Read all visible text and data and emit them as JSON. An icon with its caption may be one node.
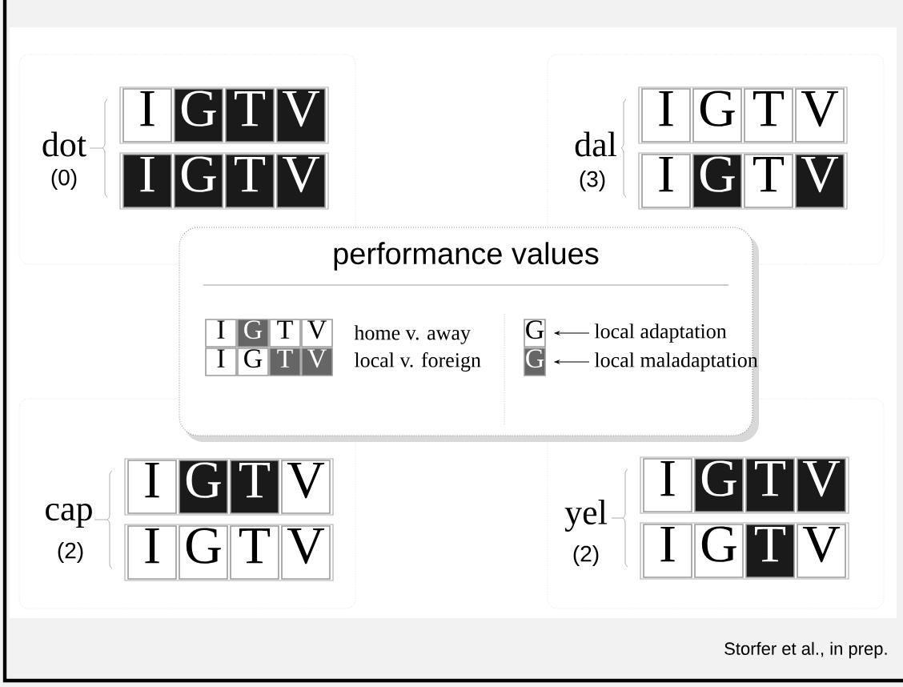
{
  "diagram": {
    "nodes": [
      {
        "text": [
          "dot",
          "(0)"
        ]
      },
      {
        "text": [
          "I"
        ],
        "in": 0
      },
      {
        "text": [
          "G"
        ],
        "in": 0
      },
      {
        "text": [
          "T"
        ],
        "in": 0
      },
      {
        "text": [
          "V"
        ],
        "in": 0
      },
      {
        "text": [
          "I"
        ],
        "in": 0
      },
      {
        "text": [
          "G"
        ],
        "in": 0
      },
      {
        "text": [
          "T"
        ],
        "in": 0
      },
      {
        "text": [
          "V"
        ],
        "in": 0
      },
      {
        "text": [
          "dal",
          "(3)"
        ]
      },
      {
        "text": [
          "I"
        ],
        "in": 9
      },
      {
        "text": [
          "G"
        ],
        "in": 9
      },
      {
        "text": [
          "T"
        ],
        "in": 9
      },
      {
        "text": [
          "V"
        ],
        "in": 9
      },
      {
        "text": [
          "I"
        ],
        "in": 9
      },
      {
        "text": [
          "G"
        ],
        "in": 9
      },
      {
        "text": [
          "T"
        ],
        "in": 9
      },
      {
        "text": [
          "V"
        ],
        "in": 9
      },
      {
        "text": [
          "performance values"
        ]
      },
      {
        "text": [
          "I"
        ],
        "in": 18
      },
      {
        "text": [
          "G"
        ],
        "in": 18
      },
      {
        "text": [
          "T"
        ],
        "in": 18
      },
      {
        "text": [
          "V"
        ],
        "in": 18
      },
      {
        "text": [
          "I"
        ],
        "in": 18
      },
      {
        "text": [
          "G"
        ],
        "in": 18
      },
      {
        "text": [
          "T"
        ],
        "in": 18
      },
      {
        "text": [
          "V"
        ],
        "in": 18
      },
      {
        "text": [
          "G"
        ],
        "in": 18
      },
      {
        "text": [
          "G"
        ],
        "in": 18
      },
      {
        "text": [
          "local adaptation"
        ],
        "in": 18
      },
      {
        "text": [
          "local maladaptation"
        ],
        "in": 18
      },
      {
        "text": [
          "cap",
          "(2)"
        ]
      },
      {
        "text": [
          "I"
        ],
        "in": 31
      },
      {
        "text": [
          "G"
        ],
        "in": 31
      },
      {
        "text": [
          "T"
        ],
        "in": 31
      },
      {
        "text": [
          "V"
        ],
        "in": 31
      },
      {
        "text": [
          "I"
        ],
        "in": 31
      },
      {
        "text": [
          "G"
        ],
        "in": 31
      },
      {
        "text": [
          "T"
        ],
        "in": 31
      },
      {
        "text": [
          "V"
        ],
        "in": 31
      },
      {
        "text": [
          "yel",
          "(2)"
        ]
      },
      {
        "text": [
          "I"
        ],
        "in": 40
      },
      {
        "text": [
          "G"
        ],
        "in": 40
      },
      {
        "text": [
          "T"
        ],
        "in": 40
      },
      {
        "text": [
          "V"
        ],
        "in": 40
      },
      {
        "text": [
          "I"
        ],
        "in": 40
      },
      {
        "text": [
          "G"
        ],
        "in": 40
      },
      {
        "text": [
          "T"
        ],
        "in": 40
      },
      {
        "text": [
          "V"
        ],
        "in": 40
      }
    ],
    "edges": [
      {
        "from": 29,
        "to": 27,
        "arrow": "to"
      },
      {
        "from": 30,
        "to": 28,
        "arrow": "to"
      }
    ],
    "labels": [
      "home v. away",
      "local v. foreign",
      "Storfer et al., in prep."
    ]
  }
}
